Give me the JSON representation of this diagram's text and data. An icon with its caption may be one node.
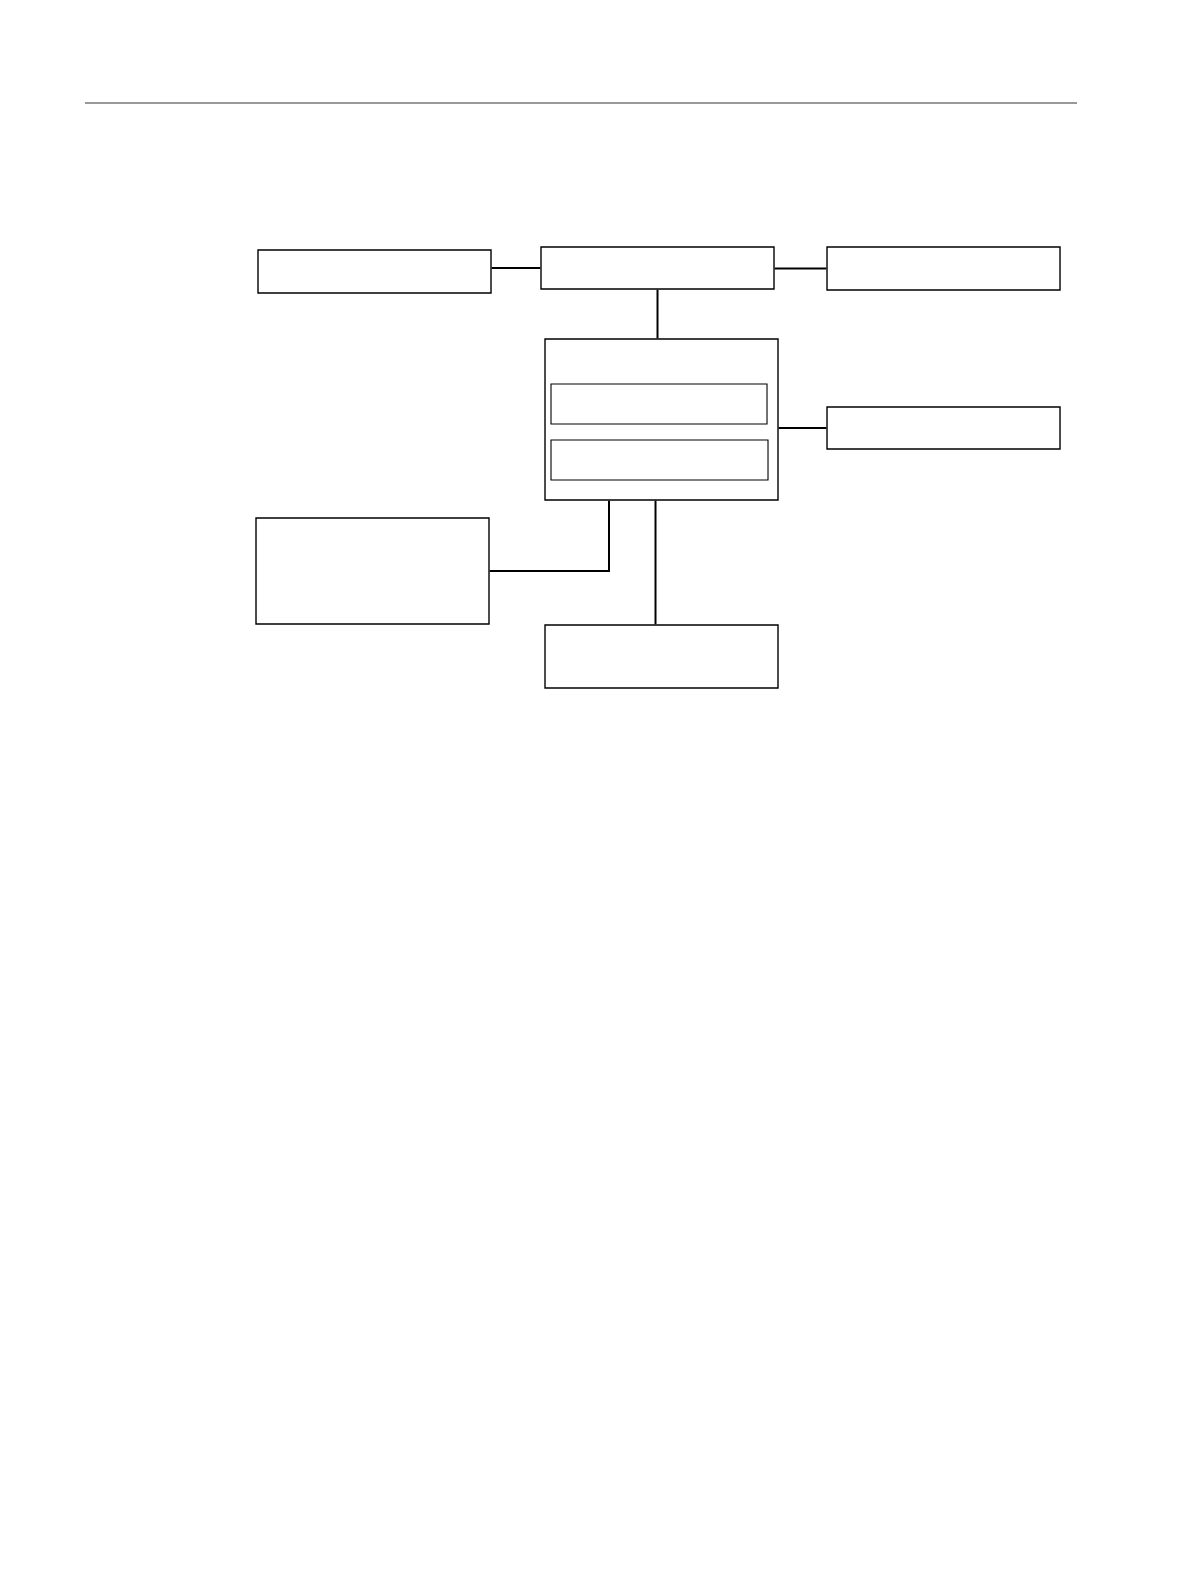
{
  "diagram": {
    "nodes": [
      {
        "text": [],
        "shape": "box"
      },
      {
        "text": [],
        "shape": "box"
      },
      {
        "text": [],
        "shape": "box"
      },
      {
        "text": [],
        "shape": "box"
      },
      {
        "text": [],
        "shape": "box",
        "in": 3
      },
      {
        "text": [],
        "shape": "box",
        "in": 3
      },
      {
        "text": [],
        "shape": "box"
      },
      {
        "text": [],
        "shape": "box"
      },
      {
        "text": [],
        "shape": "box"
      }
    ],
    "edges": [
      {
        "from": 0,
        "to": 1,
        "arrow": "none"
      },
      {
        "from": 1,
        "to": 2,
        "arrow": "none"
      },
      {
        "from": 1,
        "to": 3,
        "arrow": "none"
      },
      {
        "from": 3,
        "to": 6,
        "arrow": "none"
      },
      {
        "from": 3,
        "to": 7,
        "arrow": "none"
      },
      {
        "from": 3,
        "to": 8,
        "arrow": "none"
      }
    ]
  }
}
